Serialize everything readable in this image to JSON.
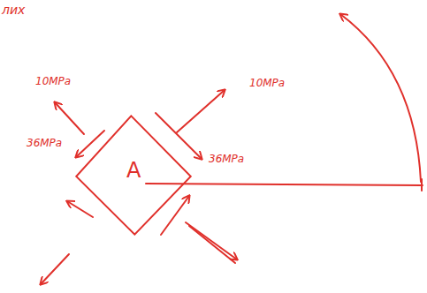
{
  "diagram": {
    "nodes": [
      {
        "text": [
          "A"
        ]
      }
    ],
    "labels": [
      "лих",
      "10MPa",
      "36MPa",
      "10MPa",
      "36MPa"
    ]
  }
}
